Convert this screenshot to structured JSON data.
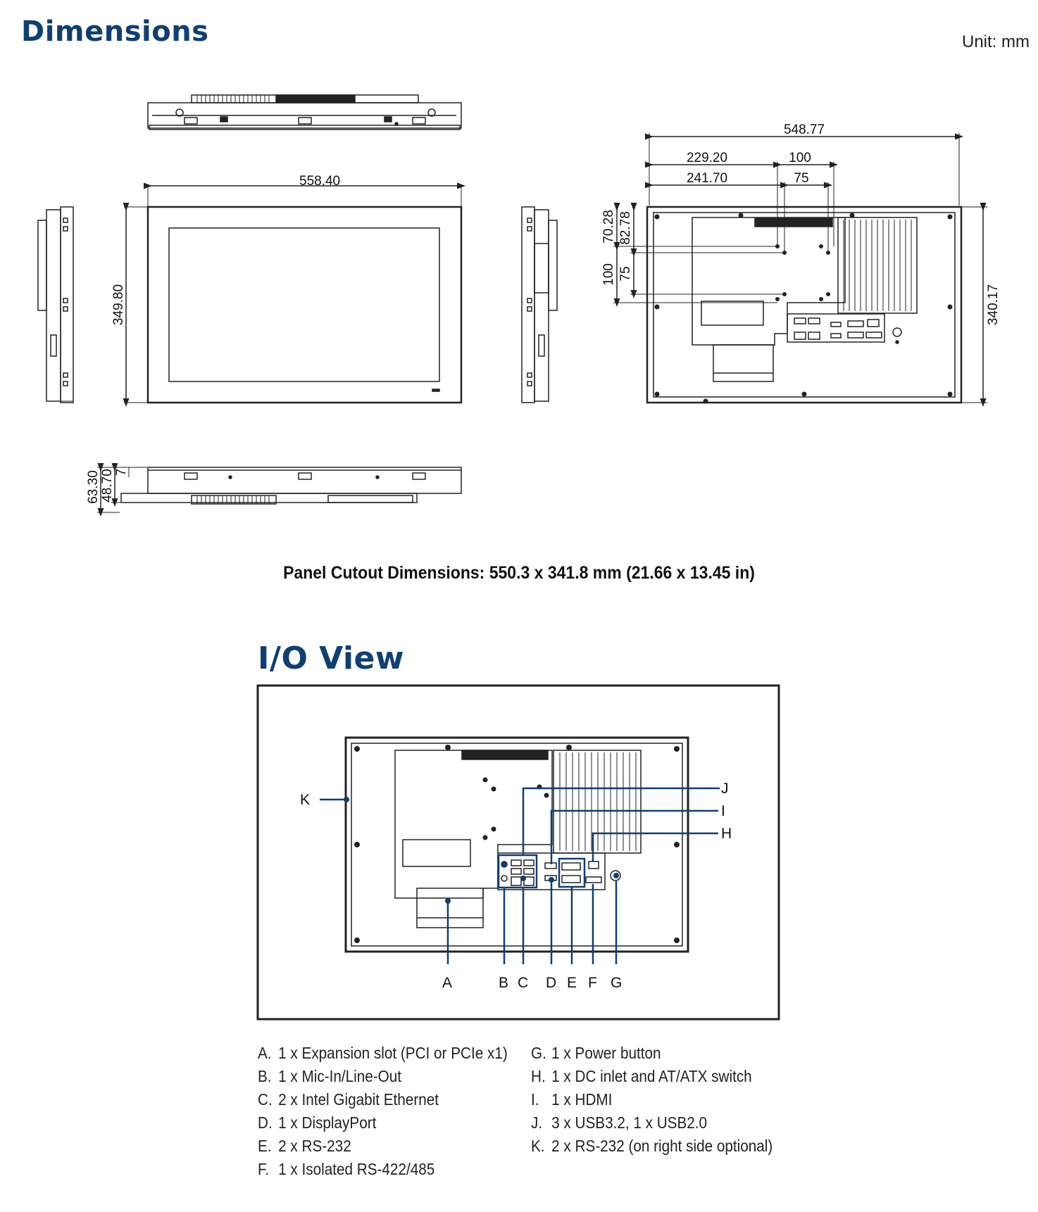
{
  "titles": {
    "dimensions": "Dimensions",
    "unit": "Unit: mm",
    "cutout": "Panel Cutout Dimensions: 550.3 x 341.8 mm (21.66 x 13.45 in)",
    "io_view": "I/O View"
  },
  "dimensions": {
    "front_width": "558.40",
    "front_height": "349.80",
    "rear_width": "548.77",
    "rear_x1": "229.20",
    "rear_x2": "241.70",
    "rear_vesa_a": "100",
    "rear_vesa_b": "75",
    "rear_y1": "70.28",
    "rear_y2": "82.78",
    "rear_vesa_c": "100",
    "rear_vesa_d": "75",
    "rear_height": "340.17",
    "depth_total": "63.30",
    "depth_body": "48.70",
    "depth_bezel": "7"
  },
  "io_labels": [
    "A",
    "B",
    "C",
    "D",
    "E",
    "F",
    "G",
    "H",
    "I",
    "J",
    "K"
  ],
  "io_list_left": [
    {
      "key": "A.",
      "text": "1 x Expansion slot (PCI or PCIe x1)"
    },
    {
      "key": "B.",
      "text": "1 x Mic-In/Line-Out"
    },
    {
      "key": "C.",
      "text": "2 x Intel Gigabit Ethernet"
    },
    {
      "key": "D.",
      "text": "1 x DisplayPort"
    },
    {
      "key": "E.",
      "text": "2 x RS-232"
    },
    {
      "key": "F.",
      "text": "1 x Isolated RS-422/485"
    }
  ],
  "io_list_right": [
    {
      "key": "G.",
      "text": "1 x Power button"
    },
    {
      "key": "H.",
      "text": "1 x DC inlet and AT/ATX switch"
    },
    {
      "key": "I.",
      "text": "1 x HDMI"
    },
    {
      "key": "J.",
      "text": "3 x USB3.2, 1 x USB2.0"
    },
    {
      "key": "K.",
      "text": "2 x RS-232 (on right side optional)"
    }
  ],
  "colors": {
    "heading": "#0f3f73",
    "callout": "#0f3f73",
    "line": "#222222"
  }
}
